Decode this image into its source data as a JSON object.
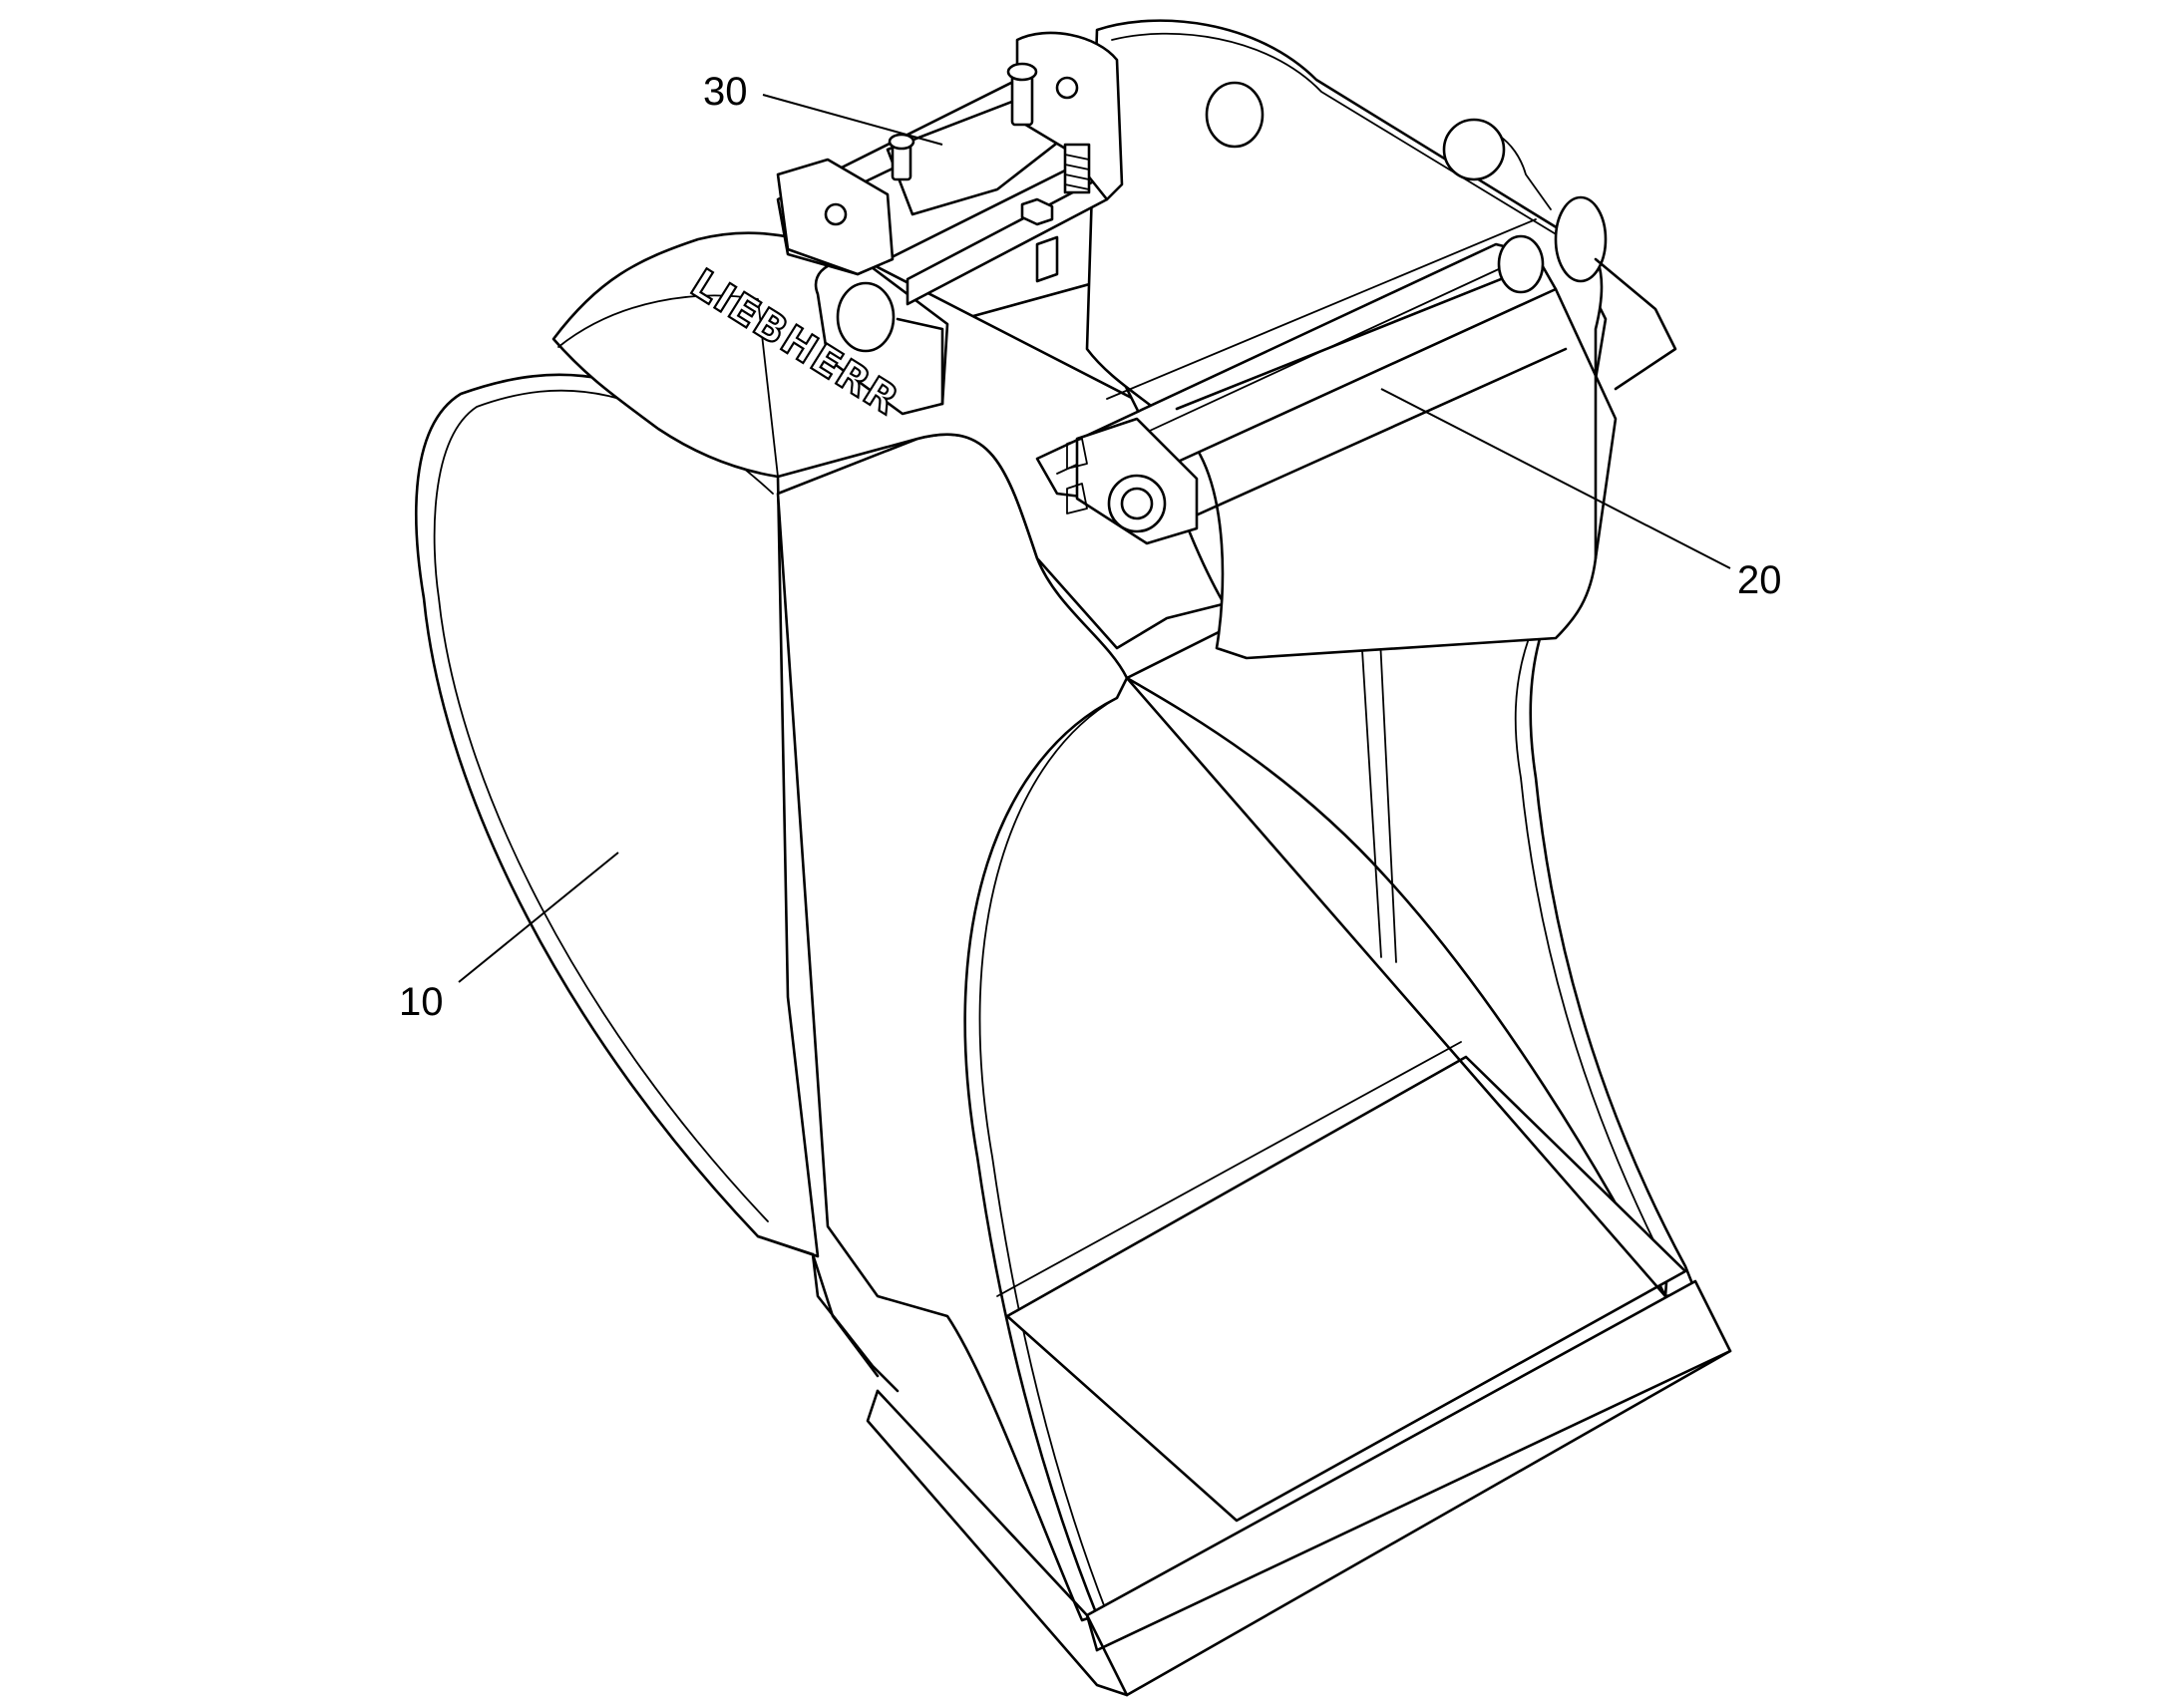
{
  "figure": {
    "logo_text": "LIEBHERR",
    "reference_numerals": [
      {
        "id": "bucket",
        "label": "10"
      },
      {
        "id": "shaft",
        "label": "20"
      },
      {
        "id": "adapter",
        "label": "30"
      }
    ]
  },
  "colors": {
    "line": "#000000",
    "background": "#ffffff"
  }
}
